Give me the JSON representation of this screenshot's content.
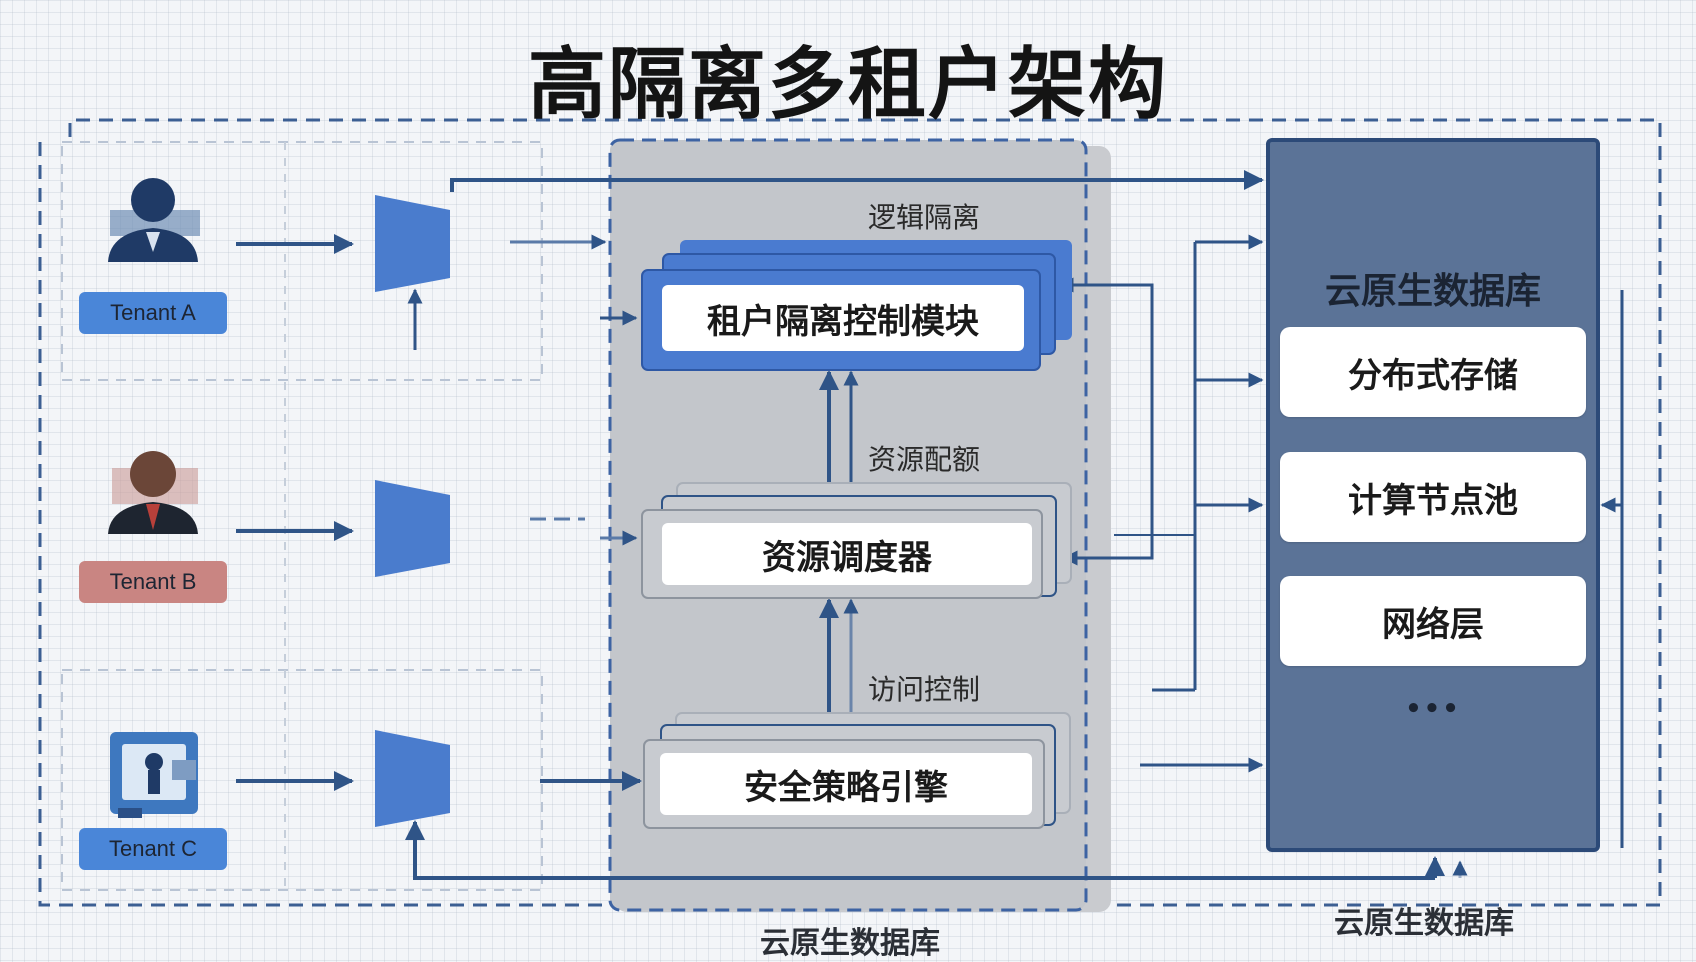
{
  "title": "高隔离多租户架构",
  "tenants": [
    {
      "label": "Tenant A",
      "color": "#4a86d8"
    },
    {
      "label": "Tenant B",
      "color": "#c98582"
    },
    {
      "label": "Tenant C",
      "color": "#4a86d8"
    }
  ],
  "isolation": {
    "logical_label": "逻辑隔离",
    "quota_label": "资源配额",
    "access_label": "访问控制",
    "modules": [
      {
        "label": "租户隔离控制模块"
      },
      {
        "label": "资源调度器"
      },
      {
        "label": "安全策略引擎"
      }
    ],
    "caption": "云原生数据库"
  },
  "database": {
    "title": "云原生数据库",
    "items": [
      "分布式存储",
      "计算节点池",
      "网络层"
    ],
    "more": "•••",
    "caption": "云原生数据库"
  },
  "colors": {
    "arrow": "#2f5487",
    "db_panel": "#5b7397",
    "control_blue": "#4a7bd0",
    "gateway": "#4a7ccd"
  }
}
